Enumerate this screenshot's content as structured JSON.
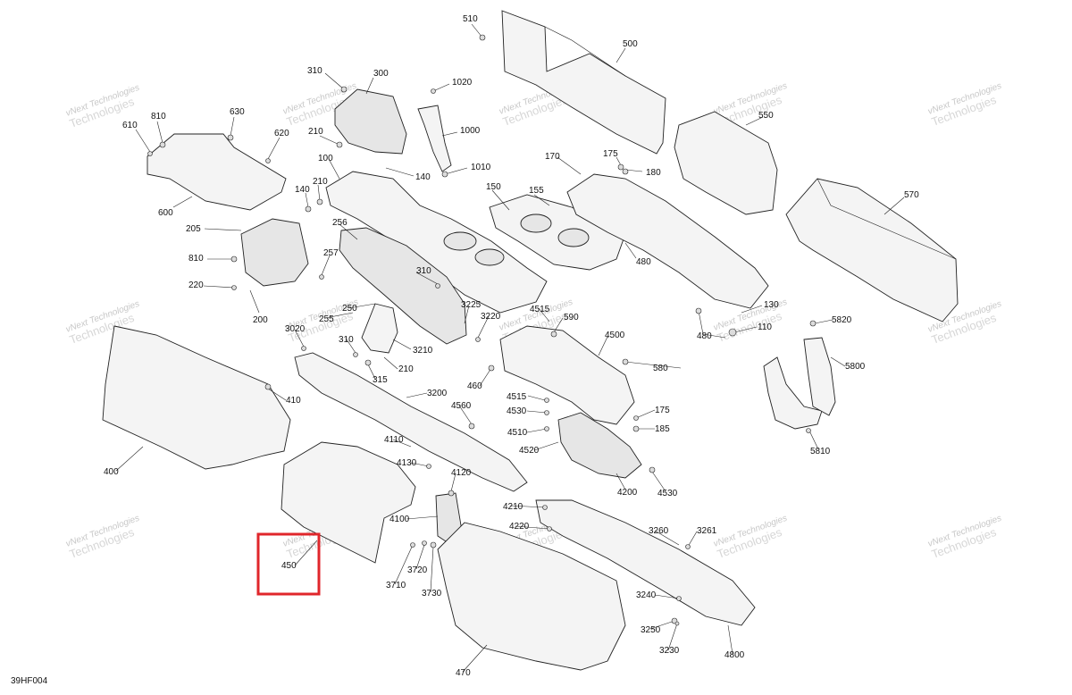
{
  "diagram": {
    "document_id": "39HF004",
    "watermark": {
      "line1": "vNext Technologies",
      "line2": "Technologies"
    },
    "highlight": {
      "label": "450",
      "color": "#e0262b"
    },
    "callouts": [
      "510",
      "500",
      "310",
      "300",
      "1020",
      "1000",
      "1010",
      "810",
      "630",
      "610",
      "620",
      "600",
      "210",
      "100",
      "140",
      "140",
      "210",
      "150",
      "155",
      "170",
      "175",
      "180",
      "550",
      "570",
      "256",
      "205",
      "257",
      "810",
      "220",
      "200",
      "250",
      "255",
      "310",
      "3225",
      "3220",
      "4515",
      "590",
      "4500",
      "480",
      "130",
      "110",
      "480",
      "5820",
      "5800",
      "5810",
      "3020",
      "310",
      "3210",
      "210",
      "315",
      "460",
      "580",
      "3200",
      "4515",
      "4530",
      "175",
      "185",
      "4510",
      "4520",
      "4560",
      "410",
      "400",
      "4110",
      "4130",
      "4120",
      "4200",
      "4530",
      "4100",
      "4210",
      "4220",
      "3260",
      "3261",
      "3720",
      "3710",
      "3730",
      "450",
      "3240",
      "3250",
      "3230",
      "4800",
      "470"
    ]
  }
}
